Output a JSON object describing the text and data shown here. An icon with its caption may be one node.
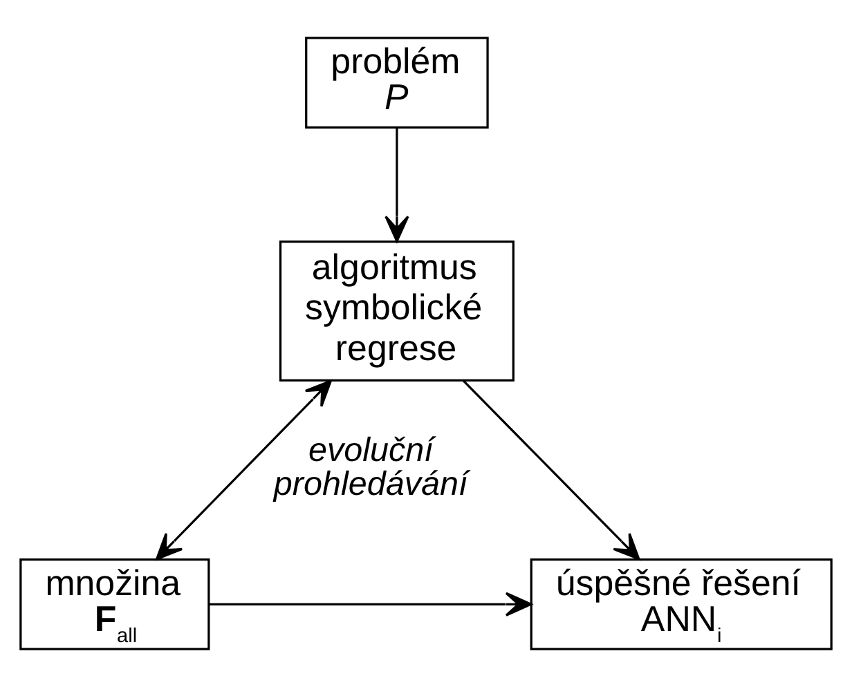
{
  "diagram": {
    "nodes": [
      {
        "text": [
          "problém",
          "P"
        ]
      },
      {
        "text": [
          "algoritmus symbolické regrese"
        ]
      },
      {
        "text": [
          "množina",
          "**F**$_{all}$"
        ]
      },
      {
        "text": [
          "úspěšné řešení",
          "ANN$_{i}$"
        ]
      }
    ],
    "edges": [
      {
        "from": 0,
        "to": 1,
        "arrow": "to"
      },
      {
        "from": 1,
        "to": 2,
        "arrow": "both",
        "label": "evoluční prohledávání"
      },
      {
        "from": 1,
        "to": 3,
        "arrow": "to"
      },
      {
        "from": 2,
        "to": 3,
        "arrow": "to"
      }
    ]
  }
}
